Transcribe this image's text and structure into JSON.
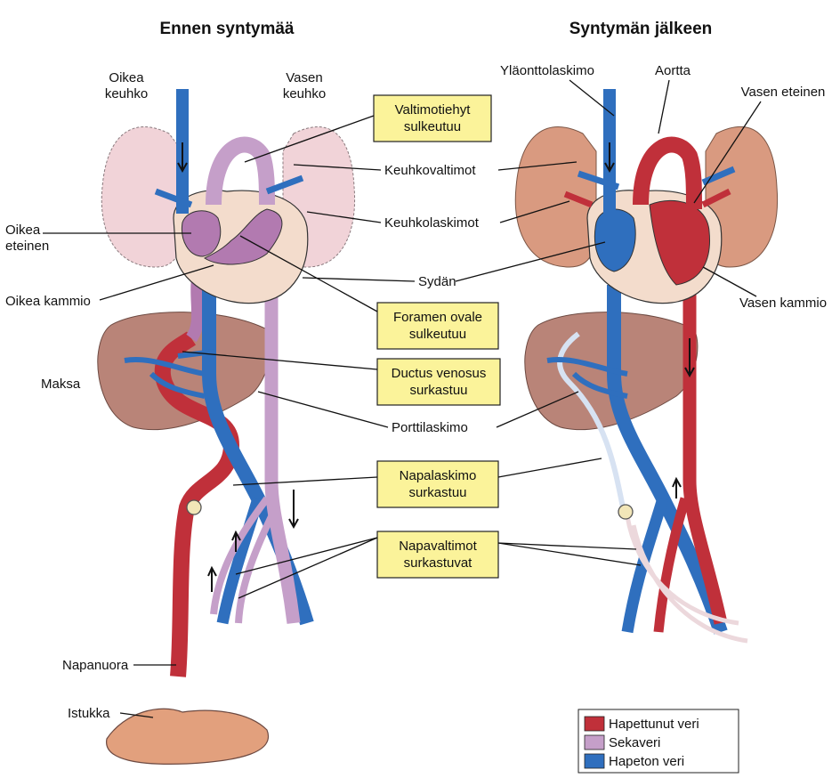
{
  "headings": {
    "before": "Ennen syntymää",
    "after": "Syntymän jälkeen"
  },
  "labels": {
    "oikea_keuhko_1": "Oikea",
    "oikea_keuhko_2": "keuhko",
    "vasen_keuhko_1": "Vasen",
    "vasen_keuhko_2": "keuhko",
    "oikea_eteinen_1": "Oikea",
    "oikea_eteinen_2": "eteinen",
    "oikea_kammio": "Oikea kammio",
    "maksa": "Maksa",
    "napanuora": "Napanuora",
    "istukka": "Istukka",
    "keuhkovaltimot": "Keuhkovaltimot",
    "keuhkolaskimot": "Keuhkolaskimot",
    "sydan": "Sydän",
    "porttilaskimo": "Porttilaskimo",
    "ylaonttolaskimo": "Yläonttolaskimo",
    "aortta": "Aortta",
    "vasen_eteinen": "Vasen eteinen",
    "vasen_kammio": "Vasen kammio"
  },
  "callouts": {
    "valtimotiehyt_1": "Valtimotiehyt",
    "valtimotiehyt_2": "sulkeutuu",
    "foramen_1": "Foramen ovale",
    "foramen_2": "sulkeutuu",
    "ductus_1": "Ductus venosus",
    "ductus_2": "surkastuu",
    "napalaskimo_1": "Napalaskimo",
    "napalaskimo_2": "surkastuu",
    "napavaltimot_1": "Napavaltimot",
    "napavaltimot_2": "surkastuvat"
  },
  "legend": {
    "items": [
      {
        "label": "Hapettunut veri",
        "color": "#c0303a"
      },
      {
        "label": "Sekaveri",
        "color": "#c59fc9"
      },
      {
        "label": "Hapeton veri",
        "color": "#2f6fbe"
      }
    ]
  },
  "colors": {
    "oxygenated": "#c0303a",
    "mixed": "#c59fc9",
    "deoxygenated": "#2f6fbe",
    "lung_before": "#f1d3d8",
    "lung_after": "#d99a80",
    "liver": "#b98478",
    "heart_wall": "#f3dccc",
    "callout": "#fbf39a"
  }
}
